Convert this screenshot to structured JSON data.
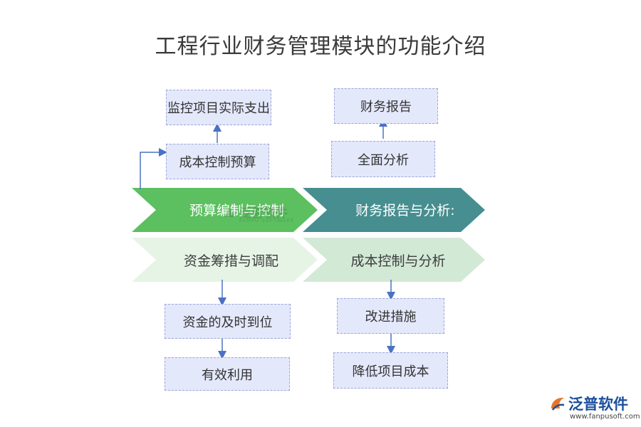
{
  "title": "工程行业财务管理模块的功能介绍",
  "chevrons": {
    "budget": "预算编制与控制",
    "report": "财务报告与分析:",
    "funds": "资金筹措与调配",
    "cost": "成本控制与分析"
  },
  "boxes": {
    "monitor": "监控项目实际支出",
    "cost_budget": "成本控制预算",
    "fin_report": "财务报告",
    "full_analysis": "全面分析",
    "funds_on_time": "资金的及时到位",
    "effective_use": "有效利用",
    "improve": "改进措施",
    "reduce_cost": "降低项目成本"
  },
  "watermark": {
    "cn": "泛普软件",
    "en": "FANPU SOFTWARE"
  },
  "brand": {
    "name": "泛普软件",
    "url": "www.fanpusoft.com"
  },
  "colors": {
    "green_dark": "#5cbf60",
    "teal": "#478e90",
    "green_light": "#e6f4e6",
    "green_pale": "#d2e9d6",
    "box_fill": "#e4e8fb",
    "arrow": "#4a72c4"
  }
}
